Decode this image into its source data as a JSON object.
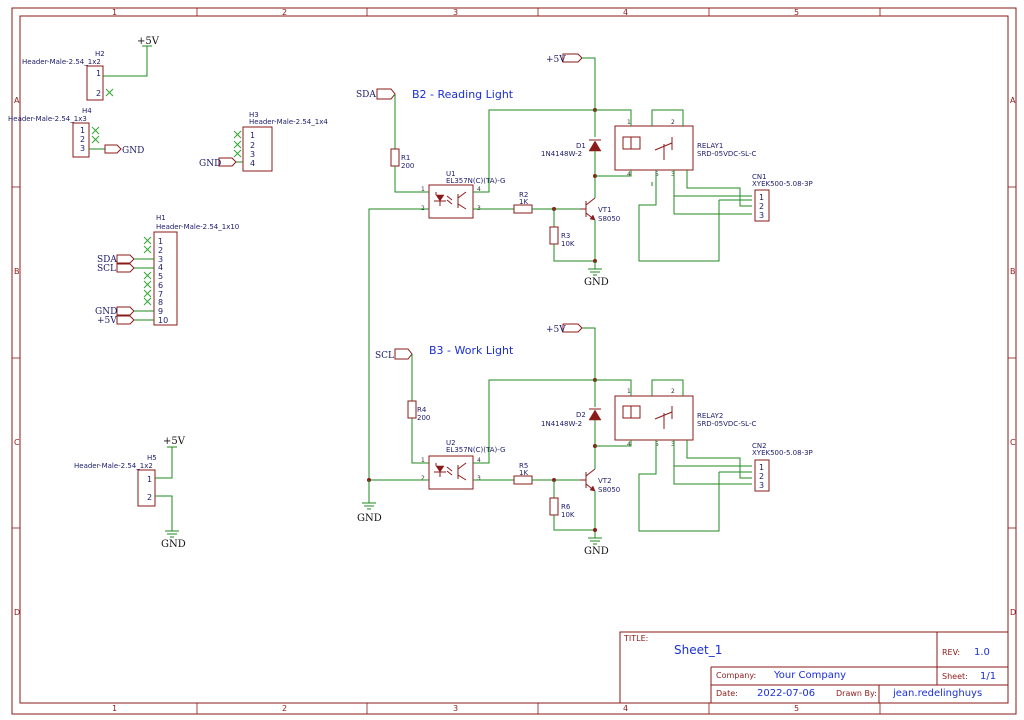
{
  "grid": {
    "columns": [
      "1",
      "2",
      "3",
      "4",
      "5"
    ],
    "rows": [
      "A",
      "B",
      "C",
      "D"
    ]
  },
  "power": {
    "vcc": "+5V",
    "gnd": "GND"
  },
  "nets": {
    "sda": "SDA",
    "scl": "SCL"
  },
  "sections": {
    "b2": "B2 - Reading Light",
    "b3": "B3 - Work Light"
  },
  "headers": {
    "h1": {
      "ref": "H1",
      "value": "Header-Male-2.54_1x10",
      "pins": [
        "1",
        "2",
        "3",
        "4",
        "5",
        "6",
        "7",
        "8",
        "9",
        "10"
      ]
    },
    "h2": {
      "ref": "H2",
      "value": "Header-Male-2.54_1x2",
      "pins": [
        "1",
        "2"
      ]
    },
    "h3": {
      "ref": "H3",
      "value": "Header-Male-2.54_1x4",
      "pins": [
        "1",
        "2",
        "3",
        "4"
      ]
    },
    "h4": {
      "ref": "H4",
      "value": "Header-Male-2.54_1x3",
      "pins": [
        "1",
        "2",
        "3"
      ]
    },
    "h5": {
      "ref": "H5",
      "value": "Header-Male-2.54_1x2",
      "pins": [
        "1",
        "2"
      ]
    }
  },
  "parts": {
    "r1": {
      "ref": "R1",
      "value": "200"
    },
    "r2": {
      "ref": "R2",
      "value": "1K"
    },
    "r3": {
      "ref": "R3",
      "value": "10K"
    },
    "r4": {
      "ref": "R4",
      "value": "200"
    },
    "r5": {
      "ref": "R5",
      "value": "1K"
    },
    "r6": {
      "ref": "R6",
      "value": "10K"
    },
    "u1": {
      "ref": "U1",
      "value": "EL357N(C)(TA)-G"
    },
    "u2": {
      "ref": "U2",
      "value": "EL357N(C)(TA)-G"
    },
    "d1": {
      "ref": "D1",
      "value": "1N4148W-2"
    },
    "d2": {
      "ref": "D2",
      "value": "1N4148W-2"
    },
    "vt1": {
      "ref": "VT1",
      "value": "S8050"
    },
    "vt2": {
      "ref": "VT2",
      "value": "S8050"
    },
    "relay1": {
      "ref": "RELAY1",
      "value": "SRD-05VDC-SL-C"
    },
    "relay2": {
      "ref": "RELAY2",
      "value": "SRD-05VDC-SL-C"
    },
    "cn1": {
      "ref": "CN1",
      "value": "XYEK500-5.08-3P"
    },
    "cn2": {
      "ref": "CN2",
      "value": "XYEK500-5.08-3P"
    }
  },
  "opto_pins": [
    "1",
    "2",
    "3",
    "4"
  ],
  "relay_pins": [
    "1",
    "2",
    "3",
    "4",
    "5"
  ],
  "cn_pins": [
    "1",
    "2",
    "3"
  ],
  "title_block": {
    "title_label": "TITLE:",
    "title": "Sheet_1",
    "rev_label": "REV:",
    "rev": "1.0",
    "company_label": "Company:",
    "company": "Your Company",
    "sheet_label": "Sheet:",
    "sheet": "1/1",
    "date_label": "Date:",
    "date": "2022-07-06",
    "drawn_label": "Drawn By:",
    "drawn": "jean.redelinghuys"
  }
}
